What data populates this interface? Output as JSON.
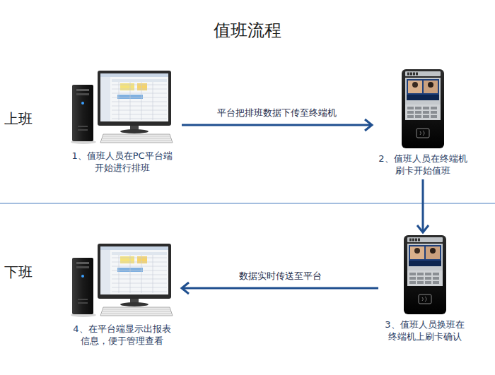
{
  "diagram": {
    "title": "值班流程",
    "nodes": [
      {
        "text": [
          "1、值班人员在PC平台端 开始进行排班"
        ]
      },
      {
        "text": [
          "2、值班人员在终端机 刷卡开始值班"
        ]
      },
      {
        "text": [
          "3、值班人员换班在 终端机上刷卡确认"
        ]
      },
      {
        "text": [
          "4、在平台端显示出报表 信息，便于管理查看"
        ]
      }
    ],
    "edges": [
      {
        "from": 0,
        "to": 1,
        "label": "平台把排班数据下传至终端机",
        "arrow": "to"
      },
      {
        "from": 1,
        "to": 2,
        "arrow": "to"
      },
      {
        "from": 2,
        "to": 3,
        "label": "数据实时传送至平台",
        "arrow": "to"
      }
    ],
    "labels": [
      "上班",
      "下班"
    ]
  }
}
